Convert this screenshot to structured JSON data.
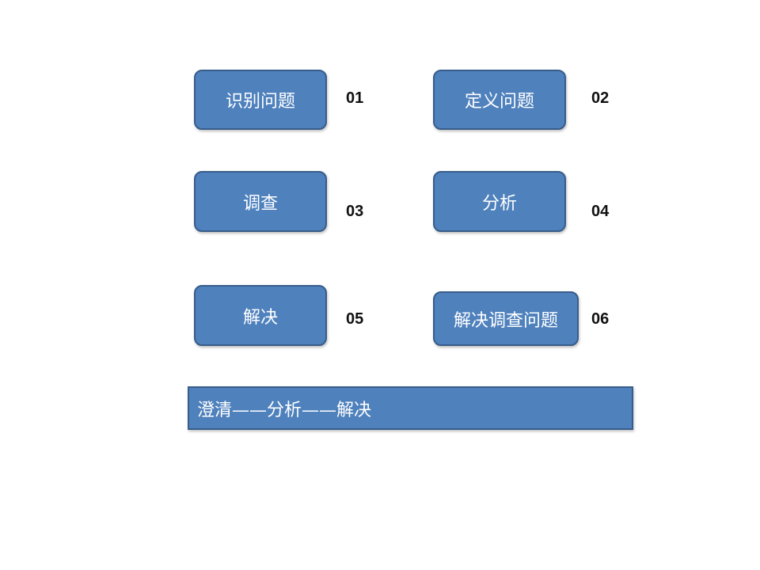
{
  "steps": [
    {
      "label": "识别问题",
      "number": "01"
    },
    {
      "label": "定义问题",
      "number": "02"
    },
    {
      "label": "调查",
      "number": "03"
    },
    {
      "label": "分析",
      "number": "04"
    },
    {
      "label": "解决",
      "number": "05"
    },
    {
      "label": "解决调查问题",
      "number": "06"
    }
  ],
  "summary": "澄清——分析——解决",
  "colors": {
    "box_fill": "#4f81bd",
    "box_border": "#385d8a",
    "text": "#ffffff"
  }
}
